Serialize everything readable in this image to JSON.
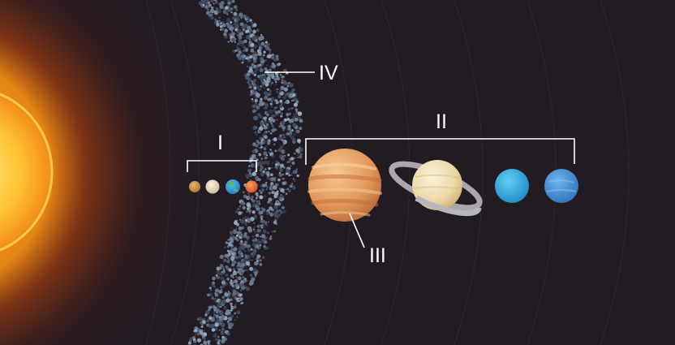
{
  "labels": {
    "group_inner": "I",
    "group_outer": "II",
    "jupiter": "III",
    "belt": "IV"
  },
  "colors": {
    "space": "#221c22",
    "sun_core": "#ffe36b",
    "sun_mid": "#f4a21c",
    "sun_edge": "#b5410f",
    "belt_rock": "#6b7f99",
    "leader_line": "#ffffff"
  },
  "bodies": [
    {
      "name": "sun",
      "icon": "sun-icon"
    },
    {
      "name": "mercury",
      "icon": "mercury-icon"
    },
    {
      "name": "venus",
      "icon": "venus-icon"
    },
    {
      "name": "earth",
      "icon": "earth-icon"
    },
    {
      "name": "mars",
      "icon": "mars-icon"
    },
    {
      "name": "asteroid-belt",
      "icon": "asteroid-belt-icon"
    },
    {
      "name": "jupiter",
      "icon": "jupiter-icon"
    },
    {
      "name": "saturn",
      "icon": "saturn-icon"
    },
    {
      "name": "uranus",
      "icon": "uranus-icon"
    },
    {
      "name": "neptune",
      "icon": "neptune-icon"
    }
  ]
}
